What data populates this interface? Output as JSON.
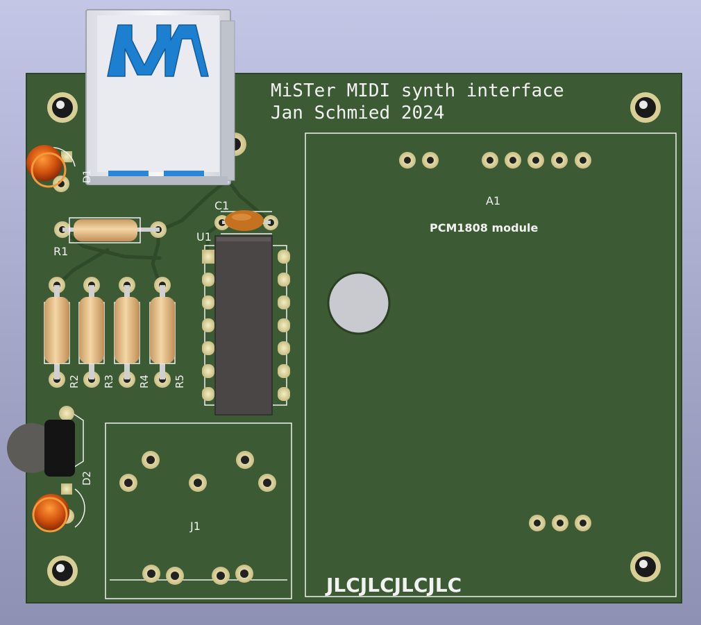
{
  "board": {
    "title_line1": "MiSTer MIDI synth interface",
    "title_line2": "Jan Schmied 2024",
    "order_marker": "JLCJLCJLCJLC",
    "module_label": "PCM1808 module",
    "colors": {
      "background": "#b4b6d8",
      "soldermask": "#3c5a33",
      "silkscreen": "#f2f2f2",
      "copper_pad": "#d8cf96",
      "trace": "#2f4a28"
    }
  },
  "components": {
    "A1": "A1",
    "C1": "C1",
    "U1": "U1",
    "J1": "J1",
    "D1": "D1",
    "D2": "D2",
    "R1": "R1",
    "R2": "R2",
    "R3": "R3",
    "R4": "R4",
    "R5": "R5"
  }
}
